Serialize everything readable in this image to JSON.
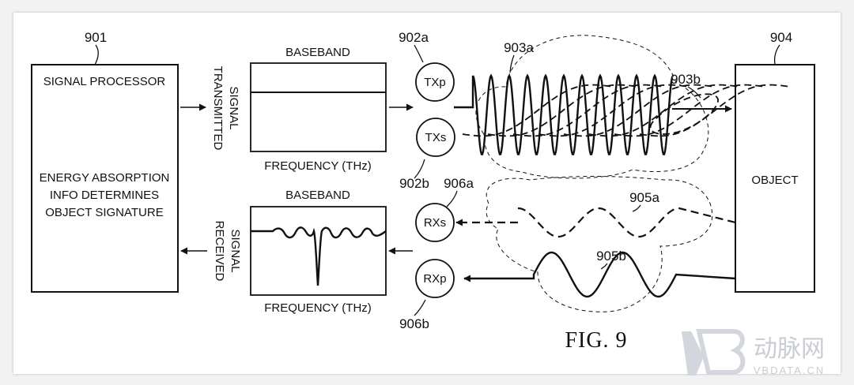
{
  "figure_label": "FIG. 9",
  "refs": {
    "signal_processor": "901",
    "tx_p": "902a",
    "tx_s": "902b",
    "wave_tx_p": "903a",
    "wave_tx_s": "903b",
    "object": "904",
    "wave_rx_s": "905a",
    "wave_rx_p": "905b",
    "rx_s": "906a",
    "rx_p": "906b"
  },
  "signal_processor": {
    "title": "SIGNAL PROCESSOR",
    "body_lines": [
      "ENERGY ABSORPTION",
      "INFO DETERMINES",
      "OBJECT SIGNATURE"
    ]
  },
  "transmitted_plot": {
    "title": "BASEBAND",
    "side_label_lines": [
      "TRANSMITTED",
      "SIGNAL"
    ],
    "xlabel": "FREQUENCY (THz)"
  },
  "received_plot": {
    "title": "BASEBAND",
    "side_label_lines": [
      "RECEIVED",
      "SIGNAL"
    ],
    "xlabel": "FREQUENCY (THz)"
  },
  "antennas": {
    "tx_p": "TXp",
    "tx_s": "TXs",
    "rx_s": "RXs",
    "rx_p": "RXp"
  },
  "object_label": "OBJECT",
  "watermark": {
    "logo_text": "动脉网",
    "url": "VBDATA.CN"
  }
}
